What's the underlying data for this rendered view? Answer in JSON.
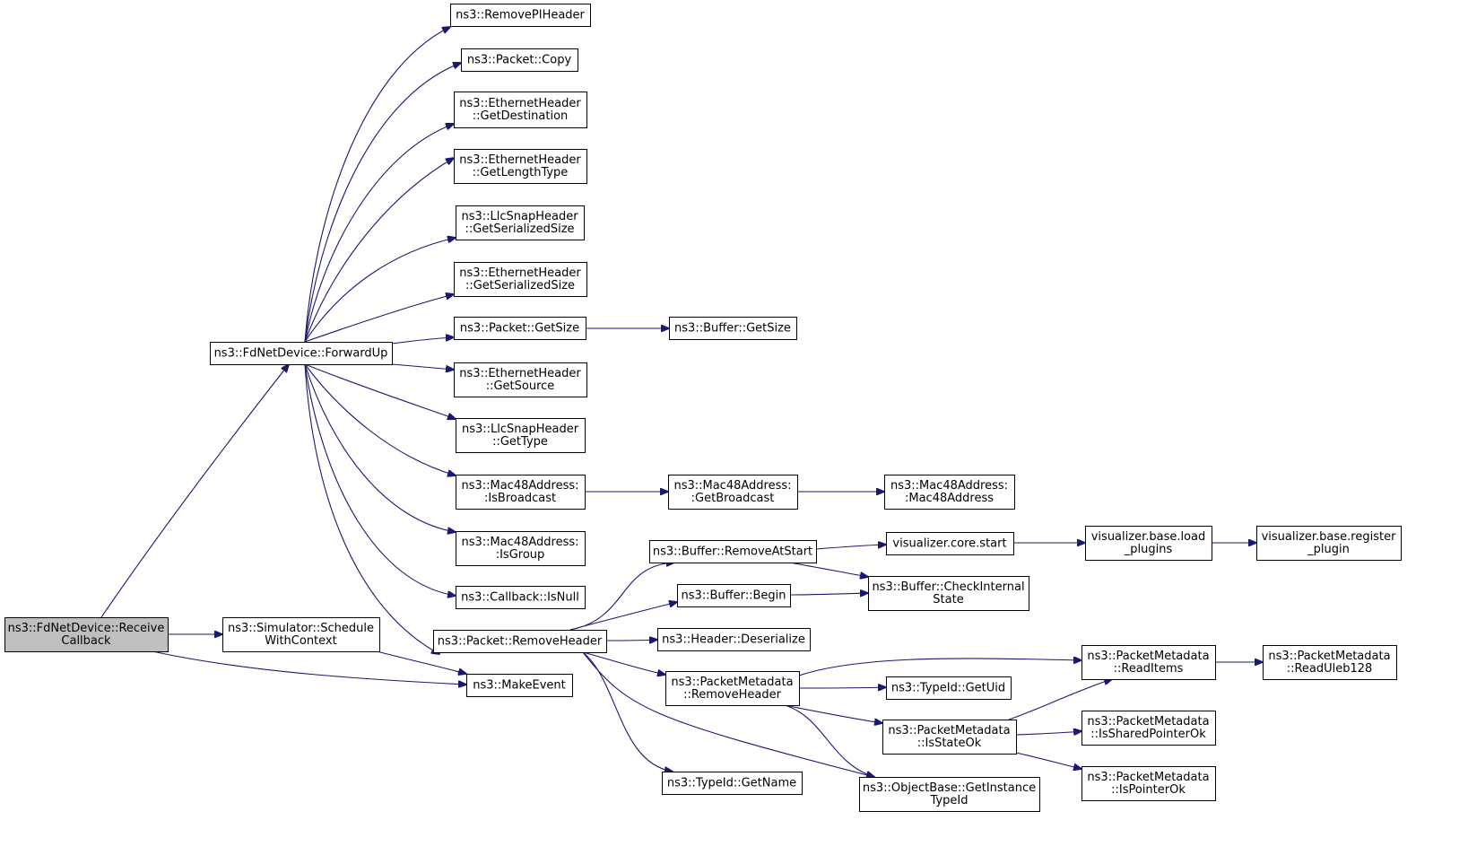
{
  "colors": {
    "edge": "#191970",
    "node_border": "#000000",
    "node_fill": "#ffffff",
    "root_fill": "#bfbfbf",
    "text": "#000000"
  },
  "nodes": [
    {
      "id": "receive_callback",
      "lines": [
        "ns3::FdNetDevice::Receive",
        "Callback"
      ],
      "root": true
    },
    {
      "id": "forward_up",
      "lines": [
        "ns3::FdNetDevice::ForwardUp"
      ]
    },
    {
      "id": "schedule_with_context",
      "lines": [
        "ns3::Simulator::Schedule",
        "WithContext"
      ]
    },
    {
      "id": "make_event",
      "lines": [
        "ns3::MakeEvent"
      ]
    },
    {
      "id": "remove_pi_header",
      "lines": [
        "ns3::RemovePIHeader"
      ]
    },
    {
      "id": "packet_copy",
      "lines": [
        "ns3::Packet::Copy"
      ]
    },
    {
      "id": "eth_get_destination",
      "lines": [
        "ns3::EthernetHeader",
        "::GetDestination"
      ]
    },
    {
      "id": "eth_get_length_type",
      "lines": [
        "ns3::EthernetHeader",
        "::GetLengthType"
      ]
    },
    {
      "id": "llc_get_serialized_size",
      "lines": [
        "ns3::LlcSnapHeader",
        "::GetSerializedSize"
      ]
    },
    {
      "id": "eth_get_serialized_size",
      "lines": [
        "ns3::EthernetHeader",
        "::GetSerializedSize"
      ]
    },
    {
      "id": "packet_get_size",
      "lines": [
        "ns3::Packet::GetSize"
      ]
    },
    {
      "id": "buffer_get_size",
      "lines": [
        "ns3::Buffer::GetSize"
      ]
    },
    {
      "id": "eth_get_source",
      "lines": [
        "ns3::EthernetHeader",
        "::GetSource"
      ]
    },
    {
      "id": "llc_get_type",
      "lines": [
        "ns3::LlcSnapHeader",
        "::GetType"
      ]
    },
    {
      "id": "mac_is_broadcast",
      "lines": [
        "ns3::Mac48Address:",
        ":IsBroadcast"
      ]
    },
    {
      "id": "mac_get_broadcast",
      "lines": [
        "ns3::Mac48Address:",
        ":GetBroadcast"
      ]
    },
    {
      "id": "mac_ctor",
      "lines": [
        "ns3::Mac48Address:",
        ":Mac48Address"
      ]
    },
    {
      "id": "mac_is_group",
      "lines": [
        "ns3::Mac48Address:",
        ":IsGroup"
      ]
    },
    {
      "id": "callback_is_null",
      "lines": [
        "ns3::Callback::IsNull"
      ]
    },
    {
      "id": "packet_remove_header",
      "lines": [
        "ns3::Packet::RemoveHeader"
      ]
    },
    {
      "id": "buffer_remove_at_start",
      "lines": [
        "ns3::Buffer::RemoveAtStart"
      ]
    },
    {
      "id": "viz_core_start",
      "lines": [
        "visualizer.core.start"
      ]
    },
    {
      "id": "viz_load_plugins",
      "lines": [
        "visualizer.base.load",
        "_plugins"
      ]
    },
    {
      "id": "viz_register_plugin",
      "lines": [
        "visualizer.base.register",
        "_plugin"
      ]
    },
    {
      "id": "buffer_begin",
      "lines": [
        "ns3::Buffer::Begin"
      ]
    },
    {
      "id": "buffer_check_internal_state",
      "lines": [
        "ns3::Buffer::CheckInternal",
        "State"
      ]
    },
    {
      "id": "header_deserialize",
      "lines": [
        "ns3::Header::Deserialize"
      ]
    },
    {
      "id": "pm_remove_header",
      "lines": [
        "ns3::PacketMetadata",
        "::RemoveHeader"
      ]
    },
    {
      "id": "typeid_get_uid",
      "lines": [
        "ns3::TypeId::GetUid"
      ]
    },
    {
      "id": "pm_read_items",
      "lines": [
        "ns3::PacketMetadata",
        "::ReadItems"
      ]
    },
    {
      "id": "pm_read_uleb128",
      "lines": [
        "ns3::PacketMetadata",
        "::ReadUleb128"
      ]
    },
    {
      "id": "pm_is_state_ok",
      "lines": [
        "ns3::PacketMetadata",
        "::IsStateOk"
      ]
    },
    {
      "id": "pm_is_shared_pointer_ok",
      "lines": [
        "ns3::PacketMetadata",
        "::IsSharedPointerOk"
      ]
    },
    {
      "id": "pm_is_pointer_ok",
      "lines": [
        "ns3::PacketMetadata",
        "::IsPointerOk"
      ]
    },
    {
      "id": "typeid_get_name",
      "lines": [
        "ns3::TypeId::GetName"
      ]
    },
    {
      "id": "objbase_get_instance_typeid",
      "lines": [
        "ns3::ObjectBase::GetInstance",
        "TypeId"
      ]
    }
  ],
  "edges": [
    {
      "from": "receive_callback",
      "to": "forward_up"
    },
    {
      "from": "receive_callback",
      "to": "schedule_with_context"
    },
    {
      "from": "receive_callback",
      "to": "make_event"
    },
    {
      "from": "schedule_with_context",
      "to": "make_event"
    },
    {
      "from": "forward_up",
      "to": "remove_pi_header"
    },
    {
      "from": "forward_up",
      "to": "packet_copy"
    },
    {
      "from": "forward_up",
      "to": "eth_get_destination"
    },
    {
      "from": "forward_up",
      "to": "eth_get_length_type"
    },
    {
      "from": "forward_up",
      "to": "llc_get_serialized_size"
    },
    {
      "from": "forward_up",
      "to": "eth_get_serialized_size"
    },
    {
      "from": "forward_up",
      "to": "packet_get_size"
    },
    {
      "from": "forward_up",
      "to": "eth_get_source"
    },
    {
      "from": "forward_up",
      "to": "llc_get_type"
    },
    {
      "from": "forward_up",
      "to": "mac_is_broadcast"
    },
    {
      "from": "forward_up",
      "to": "mac_is_group"
    },
    {
      "from": "forward_up",
      "to": "callback_is_null"
    },
    {
      "from": "forward_up",
      "to": "packet_remove_header"
    },
    {
      "from": "packet_get_size",
      "to": "buffer_get_size"
    },
    {
      "from": "mac_is_broadcast",
      "to": "mac_get_broadcast"
    },
    {
      "from": "mac_get_broadcast",
      "to": "mac_ctor"
    },
    {
      "from": "packet_remove_header",
      "to": "buffer_remove_at_start"
    },
    {
      "from": "packet_remove_header",
      "to": "buffer_begin"
    },
    {
      "from": "packet_remove_header",
      "to": "header_deserialize"
    },
    {
      "from": "packet_remove_header",
      "to": "pm_remove_header"
    },
    {
      "from": "packet_remove_header",
      "to": "typeid_get_name"
    },
    {
      "from": "packet_remove_header",
      "to": "objbase_get_instance_typeid"
    },
    {
      "from": "buffer_remove_at_start",
      "to": "viz_core_start"
    },
    {
      "from": "buffer_remove_at_start",
      "to": "buffer_check_internal_state"
    },
    {
      "from": "buffer_begin",
      "to": "buffer_check_internal_state"
    },
    {
      "from": "viz_core_start",
      "to": "viz_load_plugins"
    },
    {
      "from": "viz_load_plugins",
      "to": "viz_register_plugin"
    },
    {
      "from": "pm_remove_header",
      "to": "pm_read_items"
    },
    {
      "from": "pm_remove_header",
      "to": "typeid_get_uid"
    },
    {
      "from": "pm_remove_header",
      "to": "pm_is_state_ok"
    },
    {
      "from": "pm_remove_header",
      "to": "objbase_get_instance_typeid"
    },
    {
      "from": "pm_read_items",
      "to": "pm_read_uleb128"
    },
    {
      "from": "pm_is_state_ok",
      "to": "pm_read_items"
    },
    {
      "from": "pm_is_state_ok",
      "to": "pm_is_shared_pointer_ok"
    },
    {
      "from": "pm_is_state_ok",
      "to": "pm_is_pointer_ok"
    }
  ]
}
